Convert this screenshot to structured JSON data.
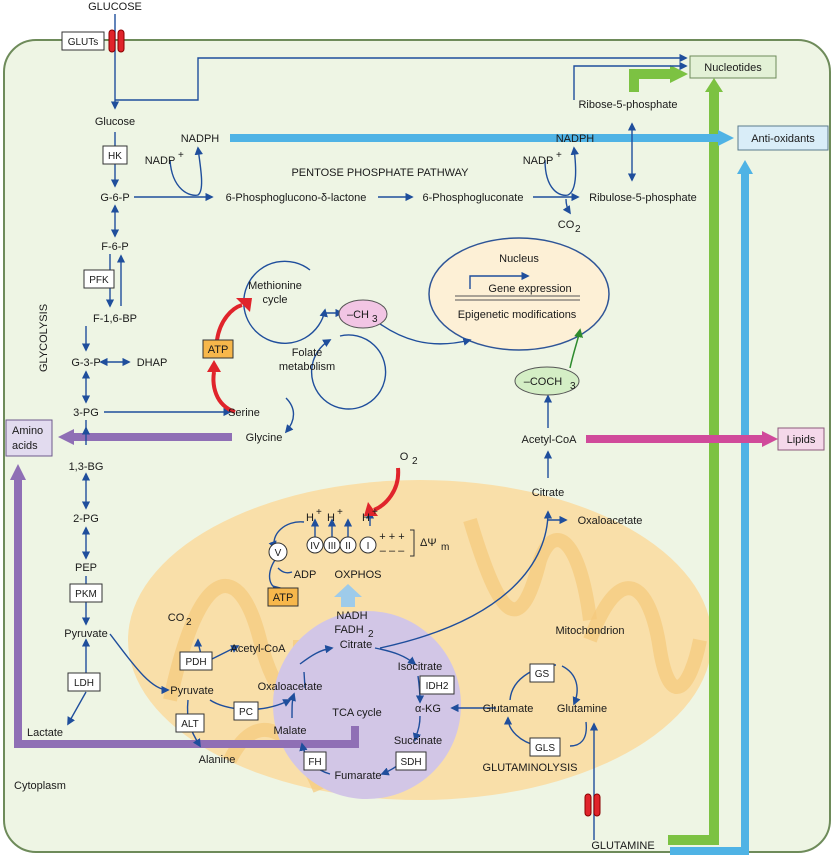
{
  "labels": {
    "glucose_top": "GLUCOSE",
    "gluts": "GLUTs",
    "glucose": "Glucose",
    "hk": "HK",
    "g6p": "G-6-P",
    "f6p": "F-6-P",
    "pfk": "PFK",
    "f16bp": "F-1,6-BP",
    "g3p": "G-3-P",
    "dhap": "DHAP",
    "pg3": "3-PG",
    "bg13": "1,3-BG",
    "pg2": "2-PG",
    "pep": "PEP",
    "pkm": "PKM",
    "pyruvate": "Pyruvate",
    "ldh": "LDH",
    "lactate": "Lactate",
    "glycolysis": "GLYCOLYSIS",
    "cytoplasm": "Cytoplasm",
    "amino_acids_1": "Amino",
    "amino_acids_2": "acids",
    "nadph1": "NADPH",
    "nadp1": "NADP",
    "nadph2": "NADPH",
    "nadp2": "NADP",
    "plus": "+",
    "ppp": "PENTOSE PHOSPHATE PATHWAY",
    "pglactone": "6-Phosphoglucono-δ-lactone",
    "pgluconate": "6-Phosphogluconate",
    "ribulose": "Ribulose-5-phosphate",
    "ribose": "Ribose-5-phosphate",
    "co2": "CO",
    "sub2": "2",
    "nucleotides": "Nucleotides",
    "antioxidants": "Anti-oxidants",
    "lipids": "Lipids",
    "methionine_1": "Methionine",
    "methionine_2": "cycle",
    "folate_1": "Folate",
    "folate_2": "metabolism",
    "ch3": "–CH",
    "sub3": "3",
    "atp": "ATP",
    "serine": "Serine",
    "glycine": "Glycine",
    "nucleus": "Nucleus",
    "gene_expression": "Gene expression",
    "epigenetic": "Epigenetic modifications",
    "coch3": "–COCH",
    "acetylcoa": "Acetyl-CoA",
    "citrate": "Citrate",
    "oxaloacetate": "Oxaloacetate",
    "o2": "O",
    "hplus": "H",
    "cx_v": "V",
    "cx_iv": "IV",
    "cx_iii": "III",
    "cx_ii": "II",
    "cx_i": "I",
    "plusplus": "+ + +",
    "minusminus": "– – –",
    "delta_psi": "ΔΨ",
    "sub_m": "m",
    "adp": "ADP",
    "oxphos": "OXPHOS",
    "nadh": "NADH",
    "fadh": "FADH",
    "mitochondrion": "Mitochondrion",
    "pdh": "PDH",
    "acetylcoa_m": "Acetyl-CoA",
    "pyruvate_m": "Pyruvate",
    "alt": "ALT",
    "alanine": "Alanine",
    "pc": "PC",
    "oxaloacetate_m": "Oxaloacetate",
    "citrate_m": "Citrate",
    "isocitrate": "Isocitrate",
    "idh2": "IDH2",
    "akg": "α-KG",
    "succinate": "Succinate",
    "sdh": "SDH",
    "fumarate": "Fumarate",
    "fh": "FH",
    "malate": "Malate",
    "tca": "TCA cycle",
    "glutamate": "Glutamate",
    "glutamine": "Glutamine",
    "gs": "GS",
    "gls": "GLS",
    "glutaminolysis": "GLUTAMINOLYSIS",
    "glutamine_bottom": "GLUTAMINE"
  },
  "colors": {
    "cytoplasm_fill": "#eef5e4",
    "cytoplasm_stroke": "#6e8b5a",
    "mito_fill": "#f9dfa9",
    "mito_crista": "#f5c97c",
    "tca_fill": "#d2c6e6",
    "nucleus_fill": "#fdf0d6",
    "nucleus_stroke": "#2f5597",
    "arrow_blue": "#1f4e9c",
    "green_band": "#7cc242",
    "blue_band": "#4fb3e5",
    "purple_band": "#8f6fb5",
    "magenta_band": "#d04a9a",
    "red_arrow": "#e0242b",
    "box_nucleotides": "#e3f1d6",
    "box_antioxidants": "#d9edf8",
    "box_lipids": "#f5d8ea",
    "box_amino": "#e2dbef",
    "atp_fill": "#f7b74b",
    "ch3_fill": "#f2c5e4",
    "coch3_fill": "#d4eec5"
  }
}
